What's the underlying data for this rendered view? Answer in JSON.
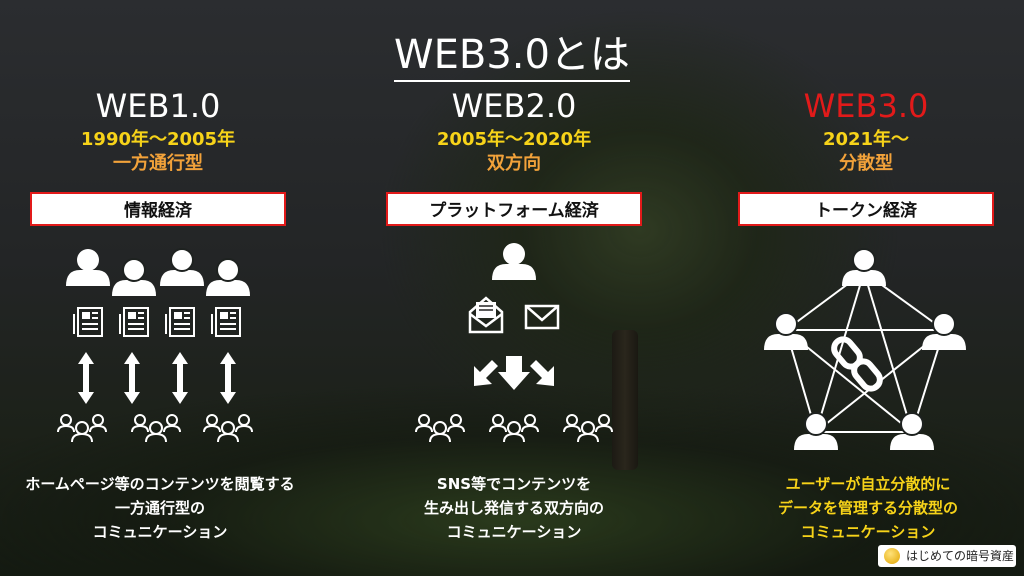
{
  "title": "WEB3.0とは",
  "columns": [
    {
      "era": "WEB1.0",
      "period": "1990年～2005年",
      "type": "一方通行型",
      "economy": "情報経済",
      "desc": [
        "ホームページ等のコンテンツを閲覧する",
        "一方通行型の",
        "コミュニケーション"
      ]
    },
    {
      "era": "WEB2.0",
      "period": "2005年～2020年",
      "type": "双方向",
      "economy": "プラットフォーム経済",
      "desc": [
        "SNS等でコンテンツを",
        "生み出し発信する双方向の",
        "コミュニケーション"
      ]
    },
    {
      "era": "WEB3.0",
      "period": "2021年～",
      "type": "分散型",
      "economy": "トークン経済",
      "desc": [
        "ユーザーが自立分散的に",
        "データを管理する分散型の",
        "コミュニケーション"
      ]
    }
  ],
  "brand": "はじめての暗号資産",
  "colors": {
    "accent_red": "#e21a1a",
    "period_yellow": "#f7d319",
    "type_orange": "#f2a23a",
    "text_white": "#ffffff"
  },
  "icons": [
    "user-icon",
    "newspaper-icon",
    "double-arrow-icon",
    "group-icon",
    "open-envelope-icon",
    "envelope-icon",
    "arrow-icon",
    "chain-link-icon"
  ]
}
